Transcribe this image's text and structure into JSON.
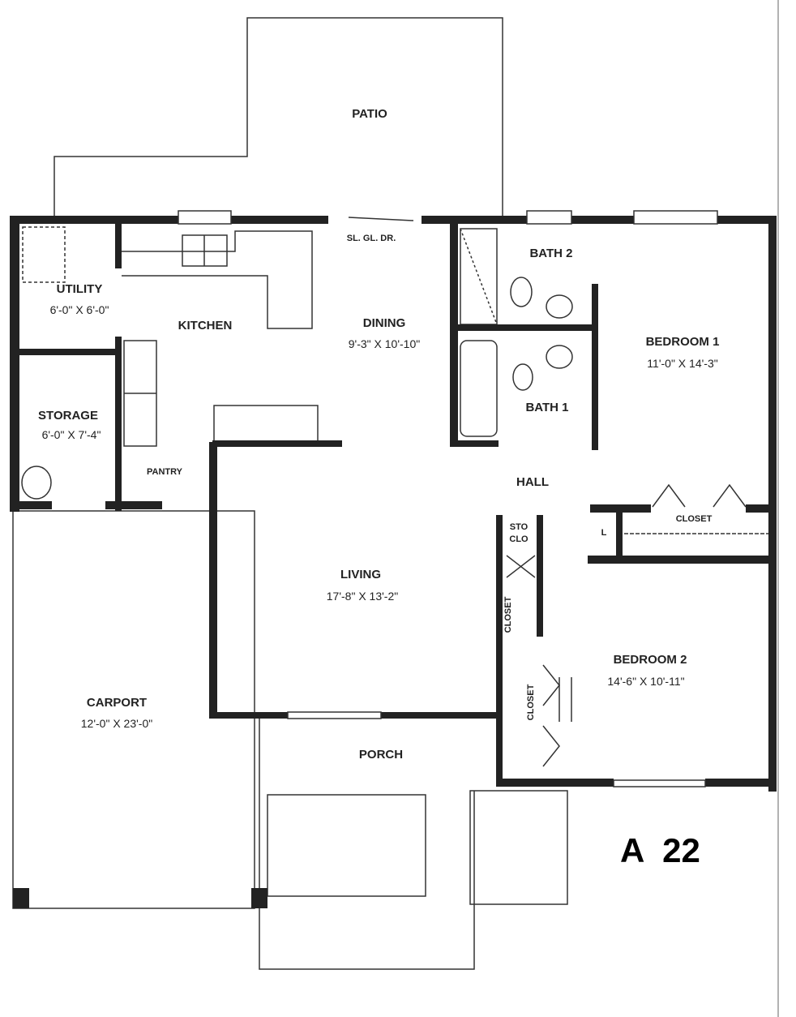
{
  "plan_code": "A  22",
  "rooms": {
    "patio": {
      "name": "PATIO"
    },
    "utility": {
      "name": "UTILITY",
      "size": "6'-0\" X 6'-0\""
    },
    "kitchen": {
      "name": "KITCHEN"
    },
    "dining": {
      "name": "DINING",
      "size": "9'-3\" X 10'-10\""
    },
    "storage": {
      "name": "STORAGE",
      "size": "6'-0\" X 7'-4\""
    },
    "pantry": {
      "name": "PANTRY"
    },
    "bath2": {
      "name": "BATH 2"
    },
    "bath1": {
      "name": "BATH 1"
    },
    "bedroom1": {
      "name": "BEDROOM 1",
      "size": "11'-0\" X 14'-3\""
    },
    "hall": {
      "name": "HALL"
    },
    "closet_bed1": {
      "name": "CLOSET"
    },
    "linen": {
      "name": "L"
    },
    "sto_clo": {
      "line1": "STO",
      "line2": "CLO"
    },
    "closet_hall": {
      "name": "CLOSET"
    },
    "closet_bed2": {
      "name": "CLOSET"
    },
    "living": {
      "name": "LIVING",
      "size": "17'-8\" X 13'-2\""
    },
    "bedroom2": {
      "name": "BEDROOM 2",
      "size": "14'-6\" X 10'-11\""
    },
    "carport": {
      "name": "CARPORT",
      "size": "12'-0\" X 23'-0\""
    },
    "porch": {
      "name": "PORCH"
    }
  },
  "annotations": {
    "sliding_door": "SL. GL. DR."
  }
}
